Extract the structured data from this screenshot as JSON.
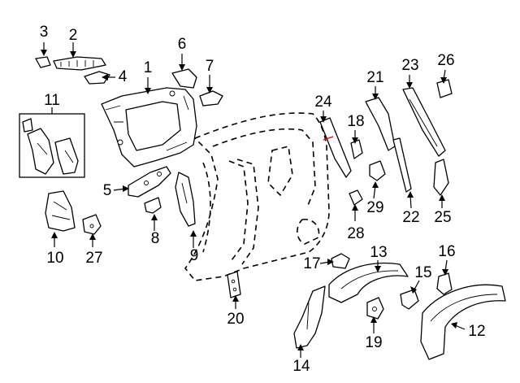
{
  "diagram": {
    "callouts": [
      {
        "id": "1",
        "label": "1"
      },
      {
        "id": "2",
        "label": "2"
      },
      {
        "id": "3",
        "label": "3"
      },
      {
        "id": "4",
        "label": "4"
      },
      {
        "id": "5",
        "label": "5"
      },
      {
        "id": "6",
        "label": "6"
      },
      {
        "id": "7",
        "label": "7"
      },
      {
        "id": "8",
        "label": "8"
      },
      {
        "id": "9",
        "label": "9"
      },
      {
        "id": "10",
        "label": "10"
      },
      {
        "id": "11",
        "label": "11"
      },
      {
        "id": "12",
        "label": "12"
      },
      {
        "id": "13",
        "label": "13"
      },
      {
        "id": "14",
        "label": "14"
      },
      {
        "id": "15",
        "label": "15"
      },
      {
        "id": "16",
        "label": "16"
      },
      {
        "id": "17",
        "label": "17"
      },
      {
        "id": "18",
        "label": "18"
      },
      {
        "id": "19",
        "label": "19"
      },
      {
        "id": "20",
        "label": "20"
      },
      {
        "id": "21",
        "label": "21"
      },
      {
        "id": "22",
        "label": "22"
      },
      {
        "id": "23",
        "label": "23"
      },
      {
        "id": "24",
        "label": "24"
      },
      {
        "id": "25",
        "label": "25"
      },
      {
        "id": "26",
        "label": "26"
      },
      {
        "id": "27",
        "label": "27"
      },
      {
        "id": "28",
        "label": "28"
      },
      {
        "id": "29",
        "label": "29"
      }
    ],
    "colors": {
      "line": "#000000",
      "background": "#ffffff",
      "highlight": "#e00000"
    }
  }
}
